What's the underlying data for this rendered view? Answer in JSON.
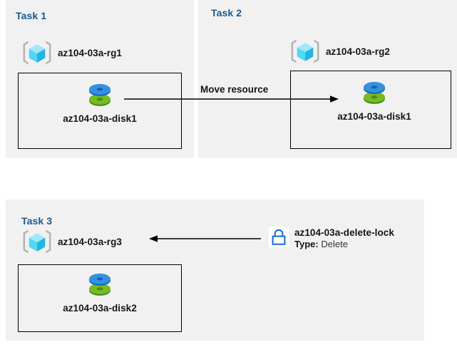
{
  "diagram": {
    "background_color": "#ffffff",
    "panel_color": "#f1f1f1",
    "title_color": "#19598f",
    "accent_lock_color": "#1f6fd0"
  },
  "tasks": [
    {
      "id": "task1",
      "title": "Task 1",
      "resource_group": {
        "icon": "resource-group-icon",
        "label": "az104-03a-rg1"
      },
      "resource": {
        "icon": "managed-disk-icon",
        "label": "az104-03a-disk1"
      }
    },
    {
      "id": "task2",
      "title": "Task 2",
      "resource_group": {
        "icon": "resource-group-icon",
        "label": "az104-03a-rg2"
      },
      "resource": {
        "icon": "managed-disk-icon",
        "label": "az104-03a-disk1"
      }
    },
    {
      "id": "task3",
      "title": "Task 3",
      "resource_group": {
        "icon": "resource-group-icon",
        "label": "az104-03a-rg3"
      },
      "resource": {
        "icon": "managed-disk-icon",
        "label": "az104-03a-disk2"
      }
    }
  ],
  "connectors": [
    {
      "id": "move-resource-arrow",
      "caption": "Move resource",
      "direction": "right",
      "from": "az104-03a-disk1 (Task 1)",
      "to": "az104-03a-disk1 (Task 2)"
    },
    {
      "id": "lock-arrow",
      "caption": "",
      "direction": "left",
      "from": "az104-03a-delete-lock",
      "to": "az104-03a-rg3"
    }
  ],
  "lock": {
    "icon": "padlock-icon",
    "name": "az104-03a-delete-lock",
    "type_key": "Type:",
    "type_value": "Delete"
  }
}
